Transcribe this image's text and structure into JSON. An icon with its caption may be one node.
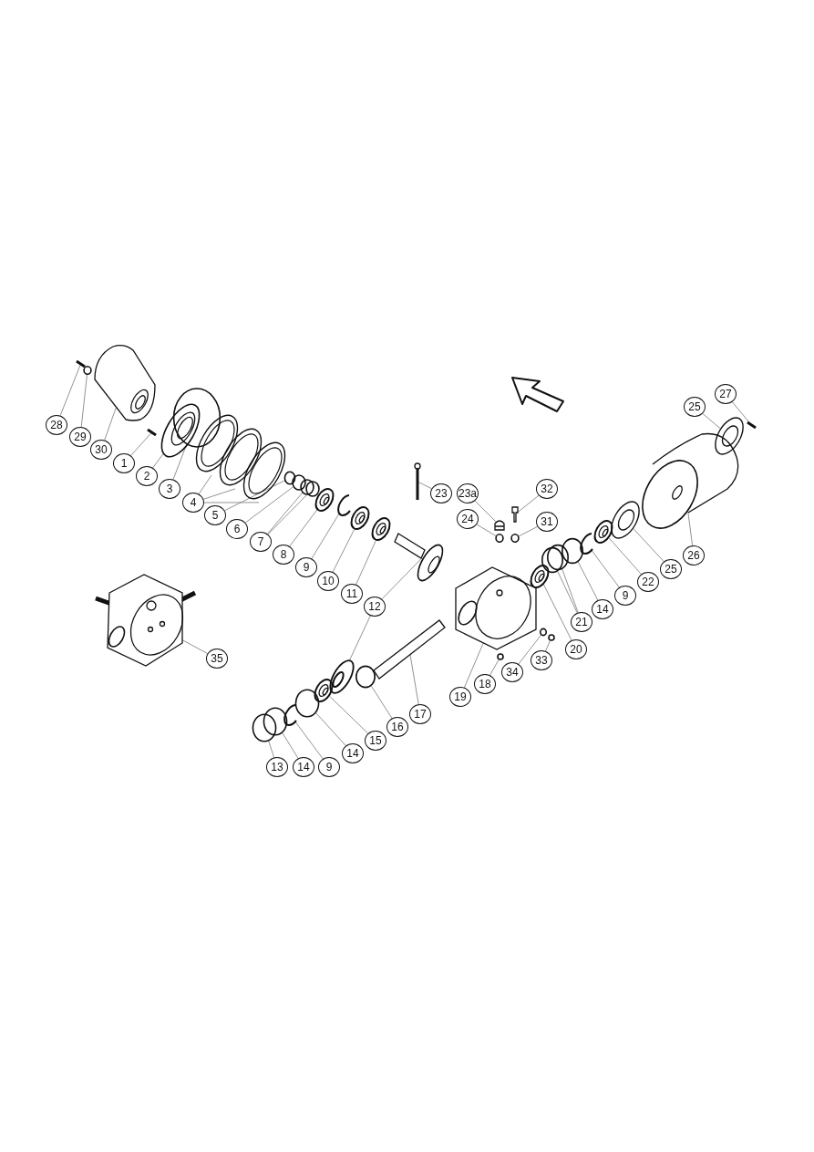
{
  "diagram": {
    "nodes": [
      {
        "text": [
          "28"
        ]
      },
      {
        "text": [
          "29"
        ]
      },
      {
        "text": [
          "30"
        ]
      },
      {
        "text": [
          "1"
        ]
      },
      {
        "text": [
          "2"
        ]
      },
      {
        "text": [
          "3"
        ]
      },
      {
        "text": [
          "4"
        ]
      },
      {
        "text": [
          "5"
        ]
      },
      {
        "text": [
          "6"
        ]
      },
      {
        "text": [
          "7"
        ]
      },
      {
        "text": [
          "8"
        ]
      },
      {
        "text": [
          "9"
        ]
      },
      {
        "text": [
          "10"
        ]
      },
      {
        "text": [
          "11"
        ]
      },
      {
        "text": [
          "12"
        ]
      },
      {
        "text": [
          "23"
        ]
      },
      {
        "text": [
          "23a"
        ]
      },
      {
        "text": [
          "32"
        ]
      },
      {
        "text": [
          "24"
        ]
      },
      {
        "text": [
          "31"
        ]
      },
      {
        "text": [
          "27"
        ]
      },
      {
        "text": [
          "25"
        ]
      },
      {
        "text": [
          "20"
        ]
      },
      {
        "text": [
          "21"
        ]
      },
      {
        "text": [
          "14"
        ]
      },
      {
        "text": [
          "9"
        ]
      },
      {
        "text": [
          "22"
        ]
      },
      {
        "text": [
          "25"
        ]
      },
      {
        "text": [
          "26"
        ]
      },
      {
        "text": [
          "35"
        ]
      },
      {
        "text": [
          "19"
        ]
      },
      {
        "text": [
          "18"
        ]
      },
      {
        "text": [
          "34"
        ]
      },
      {
        "text": [
          "33"
        ]
      },
      {
        "text": [
          "13"
        ]
      },
      {
        "text": [
          "14"
        ]
      },
      {
        "text": [
          "9"
        ]
      },
      {
        "text": [
          "14"
        ]
      },
      {
        "text": [
          "15"
        ]
      },
      {
        "text": [
          "16"
        ]
      },
      {
        "text": [
          "17"
        ]
      },
      {
        "text": [],
        "shape": "picture"
      },
      {
        "text": [],
        "shape": "circle"
      },
      {
        "text": [],
        "shape": "picture"
      },
      {
        "text": [],
        "shape": "picture"
      },
      {
        "text": [],
        "shape": "picture"
      },
      {
        "text": [],
        "shape": "circle"
      },
      {
        "text": [],
        "shape": "picture"
      },
      {
        "text": [],
        "shape": "picture"
      },
      {
        "text": [],
        "shape": "picture"
      },
      {
        "text": [],
        "shape": "circle"
      },
      {
        "text": [],
        "shape": "circle"
      },
      {
        "text": [],
        "shape": "circle"
      },
      {
        "text": [],
        "shape": "circle"
      },
      {
        "text": [],
        "shape": "picture"
      },
      {
        "text": [],
        "shape": "picture"
      },
      {
        "text": [],
        "shape": "picture"
      },
      {
        "text": [],
        "shape": "picture"
      },
      {
        "text": [],
        "shape": "picture"
      },
      {
        "text": [],
        "shape": "picture"
      },
      {
        "text": [],
        "shape": "picture"
      },
      {
        "text": [],
        "shape": "picture"
      },
      {
        "text": [],
        "shape": "picture"
      },
      {
        "text": [],
        "shape": "circle"
      },
      {
        "text": [],
        "shape": "circle"
      },
      {
        "text": [],
        "shape": "picture"
      },
      {
        "text": [],
        "shape": "picture"
      },
      {
        "text": [],
        "shape": "picture"
      },
      {
        "text": [],
        "shape": "circle"
      },
      {
        "text": [],
        "shape": "circle"
      },
      {
        "text": [],
        "shape": "circle"
      },
      {
        "text": [],
        "shape": "picture"
      },
      {
        "text": [],
        "shape": "picture"
      },
      {
        "text": [],
        "shape": "picture"
      },
      {
        "text": [],
        "shape": "picture"
      },
      {
        "text": [],
        "shape": "picture"
      },
      {
        "text": [],
        "shape": "picture"
      },
      {
        "text": [],
        "shape": "circle"
      },
      {
        "text": [],
        "shape": "circle"
      },
      {
        "text": [],
        "shape": "circle"
      },
      {
        "text": [],
        "shape": "circle"
      },
      {
        "text": [],
        "shape": "circle"
      },
      {
        "text": [],
        "shape": "picture"
      },
      {
        "text": [],
        "shape": "circle"
      },
      {
        "text": [],
        "shape": "picture"
      },
      {
        "text": [],
        "shape": "circle"
      },
      {
        "text": [],
        "shape": "picture"
      }
    ],
    "edges": [
      {
        "from": 0,
        "to": 41,
        "arrow": "none"
      },
      {
        "from": 1,
        "to": 42,
        "arrow": "none"
      },
      {
        "from": 2,
        "to": 43,
        "arrow": "none"
      },
      {
        "from": 3,
        "to": 44,
        "arrow": "none"
      },
      {
        "from": 4,
        "to": 45,
        "arrow": "none"
      },
      {
        "from": 5,
        "to": 46,
        "arrow": "none"
      },
      {
        "from": 6,
        "to": 47,
        "arrow": "none"
      },
      {
        "from": 6,
        "to": 48,
        "arrow": "none"
      },
      {
        "from": 6,
        "to": 49,
        "arrow": "none"
      },
      {
        "from": 7,
        "to": 50,
        "arrow": "none"
      },
      {
        "from": 8,
        "to": 51,
        "arrow": "none"
      },
      {
        "from": 9,
        "to": 52,
        "arrow": "none"
      },
      {
        "from": 9,
        "to": 53,
        "arrow": "none"
      },
      {
        "from": 10,
        "to": 54,
        "arrow": "none"
      },
      {
        "from": 11,
        "to": 55,
        "arrow": "none"
      },
      {
        "from": 12,
        "to": 56,
        "arrow": "none"
      },
      {
        "from": 13,
        "to": 57,
        "arrow": "none"
      },
      {
        "from": 14,
        "to": 58,
        "arrow": "none"
      },
      {
        "from": 14,
        "to": 59,
        "arrow": "none"
      },
      {
        "from": 15,
        "to": 60,
        "arrow": "none"
      },
      {
        "from": 16,
        "to": 61,
        "arrow": "none"
      },
      {
        "from": 17,
        "to": 62,
        "arrow": "none"
      },
      {
        "from": 18,
        "to": 63,
        "arrow": "none"
      },
      {
        "from": 19,
        "to": 64,
        "arrow": "none"
      },
      {
        "from": 20,
        "to": 65,
        "arrow": "none"
      },
      {
        "from": 21,
        "to": 66,
        "arrow": "none"
      },
      {
        "from": 22,
        "to": 67,
        "arrow": "none"
      },
      {
        "from": 23,
        "to": 68,
        "arrow": "none"
      },
      {
        "from": 23,
        "to": 69,
        "arrow": "none"
      },
      {
        "from": 24,
        "to": 70,
        "arrow": "none"
      },
      {
        "from": 25,
        "to": 71,
        "arrow": "none"
      },
      {
        "from": 26,
        "to": 72,
        "arrow": "none"
      },
      {
        "from": 27,
        "to": 73,
        "arrow": "none"
      },
      {
        "from": 28,
        "to": 74,
        "arrow": "none"
      },
      {
        "from": 29,
        "to": 75,
        "arrow": "none"
      },
      {
        "from": 30,
        "to": 76,
        "arrow": "none"
      },
      {
        "from": 31,
        "to": 77,
        "arrow": "none"
      },
      {
        "from": 32,
        "to": 78,
        "arrow": "none"
      },
      {
        "from": 33,
        "to": 79,
        "arrow": "none"
      },
      {
        "from": 34,
        "to": 80,
        "arrow": "none"
      },
      {
        "from": 35,
        "to": 81,
        "arrow": "none"
      },
      {
        "from": 36,
        "to": 82,
        "arrow": "none"
      },
      {
        "from": 37,
        "to": 83,
        "arrow": "none"
      },
      {
        "from": 38,
        "to": 84,
        "arrow": "none"
      },
      {
        "from": 39,
        "to": 85,
        "arrow": "none"
      },
      {
        "from": 40,
        "to": 86,
        "arrow": "none"
      }
    ]
  }
}
